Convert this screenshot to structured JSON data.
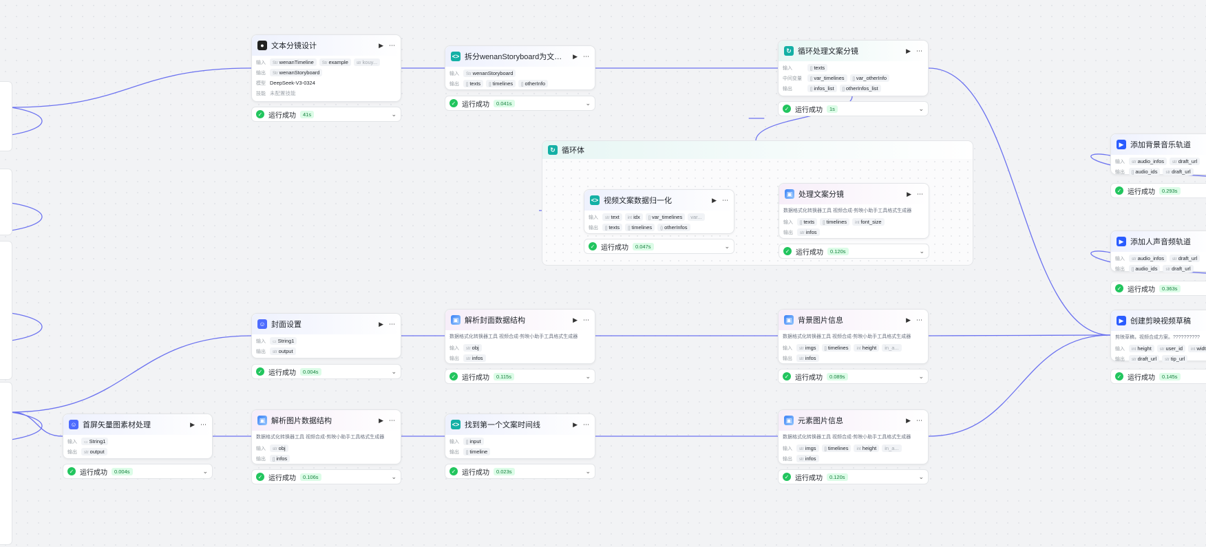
{
  "colors": {
    "edge": "#6b72f0",
    "success": "#22c55e",
    "canvas": "#f2f3f5"
  },
  "status_label": "运行成功",
  "nodes": {
    "text_storyboard": {
      "title": "文本分镜设计",
      "in_label": "输入",
      "out_label": "输出",
      "model_label": "模型",
      "skill_label": "技能",
      "inputs": [
        "wenanTimeline",
        "example",
        "kouy..."
      ],
      "outputs": [
        "wenanStoryboard"
      ],
      "model": "DeepSeek-V3-0324",
      "skill": "未配置技能",
      "time": "41s"
    },
    "split_storyboard": {
      "title": "拆分wenanStoryboard为文案…",
      "in_label": "输入",
      "out_label": "输出",
      "inputs": [
        "wenanStoryboard"
      ],
      "outputs": [
        "texts",
        "timelines",
        "otherInfo"
      ],
      "time": "0.041s"
    },
    "loop_process": {
      "title": "循环处理文案分镜",
      "in_label": "输入",
      "mid_label": "中间变量",
      "out_label": "输出",
      "inputs": [
        "texts"
      ],
      "mid": [
        "var_timelines",
        "var_otherInfo"
      ],
      "outputs": [
        "infos_list",
        "otherInfos_list"
      ],
      "time": "1s"
    },
    "loop_body": {
      "title": "循环体"
    },
    "normalize": {
      "title": "视频文案数据归一化",
      "in_label": "输入",
      "out_label": "输出",
      "inputs": [
        "text",
        "idx",
        "var_timelines",
        "var..."
      ],
      "outputs": [
        "texts",
        "timelines",
        "otherInfos"
      ],
      "time": "0.047s"
    },
    "process_storyboard": {
      "title": "处理文案分镜",
      "desc": "数据格式化转换器工具 视频合成-剪映小助手工具格式生成器",
      "in_label": "输入",
      "out_label": "输出",
      "inputs": [
        "texts",
        "timelines",
        "font_size"
      ],
      "outputs": [
        "infos"
      ],
      "time": "0.120s"
    },
    "add_bgm": {
      "title": "添加背景音乐轨道",
      "in_label": "输入",
      "out_label": "输出",
      "inputs": [
        "audio_infos",
        "draft_url"
      ],
      "outputs": [
        "audio_ids",
        "draft_url"
      ],
      "time": "0.293s"
    },
    "add_voice": {
      "title": "添加人声音频轨道",
      "in_label": "输入",
      "out_label": "输出",
      "inputs": [
        "audio_infos",
        "draft_url"
      ],
      "outputs": [
        "audio_ids",
        "draft_url"
      ],
      "time": "0.363s"
    },
    "create_draft": {
      "title": "创建剪映视频草稿",
      "desc": "剪映草稿，视频合成方案。??????????",
      "in_label": "输入",
      "out_label": "输出",
      "inputs": [
        "height",
        "user_id",
        "width"
      ],
      "outputs": [
        "draft_url",
        "tip_url"
      ],
      "time": "0.145s"
    },
    "cover": {
      "title": "封面设置",
      "in_label": "输入",
      "out_label": "输出",
      "inputs": [
        "String1"
      ],
      "outputs": [
        "output"
      ],
      "time": "0.004s"
    },
    "parse_cover": {
      "title": "解析封面数据结构",
      "desc": "数据格式化转换器工具 视频合成-剪映小助手工具格式生成器",
      "in_label": "输入",
      "out_label": "输出",
      "inputs": [
        "obj"
      ],
      "outputs": [
        "infos"
      ],
      "time": "0.115s"
    },
    "bg_image": {
      "title": "背景图片信息",
      "desc": "数据格式化转换器工具 视频合成-剪映小助手工具格式生成器",
      "in_label": "输入",
      "out_label": "输出",
      "inputs": [
        "imgs",
        "timelines",
        "height",
        "in_a..."
      ],
      "outputs": [
        "infos"
      ],
      "time": "0.089s"
    },
    "first_screen": {
      "title": "首屏矢量图素材处理",
      "in_label": "输入",
      "out_label": "输出",
      "inputs": [
        "String1"
      ],
      "outputs": [
        "output"
      ],
      "time": "0.004s"
    },
    "parse_image": {
      "title": "解析图片数据结构",
      "desc": "数据格式化转换器工具 视频合成-剪映小助手工具格式生成器",
      "in_label": "输入",
      "out_label": "输出",
      "inputs": [
        "obj"
      ],
      "outputs": [
        "infos"
      ],
      "time": "0.106s"
    },
    "first_timeline": {
      "title": "找到第一个文案时间线",
      "in_label": "输入",
      "out_label": "输出",
      "inputs": [
        "input"
      ],
      "outputs": [
        "timeline"
      ],
      "time": "0.023s"
    },
    "element_image": {
      "title": "元素图片信息",
      "desc": "数据格式化转换器工具 视频合成-剪映小助手工具格式生成器",
      "in_label": "输入",
      "out_label": "输出",
      "inputs": [
        "imgs",
        "timelines",
        "height",
        "in_a..."
      ],
      "outputs": [
        "infos"
      ],
      "time": "0.120s"
    }
  }
}
